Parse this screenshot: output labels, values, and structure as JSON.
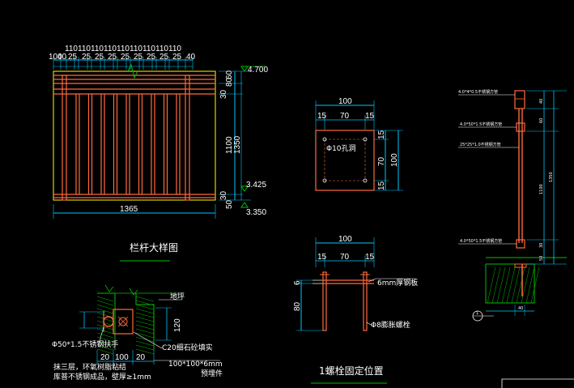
{
  "colors": {
    "dim_line": "#00c8ff",
    "frame": "#ffff00",
    "rail": "#ff6a3c",
    "axis": "#00c000",
    "concrete": "#00c000",
    "text": "#ffffff",
    "title_underline": "#00c000"
  },
  "railing_elevation": {
    "top_dims": [
      "100",
      "40",
      "25",
      "110",
      "25",
      "110",
      "25",
      "110",
      "25",
      "110",
      "25",
      "110",
      "25",
      "110",
      "25",
      "110",
      "25",
      "110",
      "25",
      "110",
      "40"
    ],
    "elev_top": "4.700",
    "elev_mid": "3.425",
    "elev_bottom": "3.350",
    "dim_30a": "30",
    "dim_80": "80",
    "dim_60": "60",
    "dim_1100": "1100",
    "dim_1350": "1350",
    "dim_30b": "30",
    "dim_50": "50",
    "width": "1365",
    "title": "栏杆大样图"
  },
  "embed_plate": {
    "dim_100": "100",
    "dim_15a": "15",
    "dim_70": "70",
    "dim_15b": "15",
    "hole_label": "Φ10孔洞",
    "v_15a": "15",
    "v_70": "70",
    "v_15b": "15",
    "v_100": "100"
  },
  "anchor_bolt": {
    "dim_100": "100",
    "dim_15a": "15",
    "dim_70": "70",
    "dim_15b": "15",
    "dim_6": "6",
    "dim_80": "80",
    "plate_label": "6mm厚钢板",
    "bolt_label": "Φ8膨胀螺栓",
    "title": "1螺栓固定位置"
  },
  "section": {
    "note_1": "4.0*4*0.5不锈钢方管",
    "note_2": "4.0*50*1.5不锈钢方管",
    "note_3": "25*25*1.0不锈钢方管",
    "note_4": "4.0*50*1.5不锈钢方管",
    "dim_40": "40",
    "dim_60": "60",
    "dim_1100": "1100",
    "dim_1350": "1350",
    "dim_30": "30",
    "dim_50": "50",
    "dim_bottom": "40",
    "callout": "1"
  },
  "wall_detail": {
    "label_top": "地坪",
    "label_rail": "Φ50*1.5不锈钢扶手",
    "dim_120": "120",
    "label_fill": "C20细石砼填实",
    "label_note1": "抹三层，环氧树脂粘结",
    "label_note2": "库普不锈钢成品，壁厚≥1mm",
    "dim_20a": "20",
    "dim_100": "100",
    "dim_20b": "20",
    "label_plate": "100*100*6mm",
    "label_embed": "预埋件"
  }
}
